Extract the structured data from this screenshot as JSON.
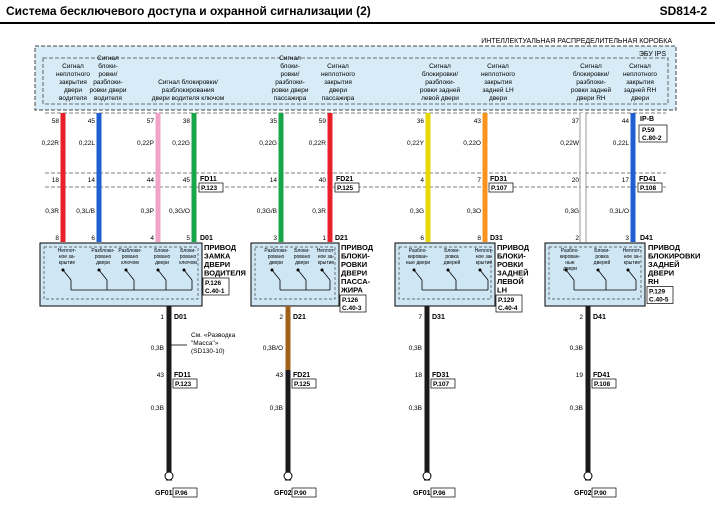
{
  "header": {
    "title": "Система бесключевого доступа и охранной сигнализации (2)",
    "code": "SD814-2"
  },
  "unit": {
    "title": "ИНТЕЛЛЕКТУАЛЬНАЯ РАСПРЕДЕЛИТЕЛЬНАЯ КОРОБКА",
    "subtitle": "ЭБУ IPS",
    "conn_label": "IP-B",
    "conn_ref1": "P.59",
    "conn_ref2": "C.80-2"
  },
  "signals": [
    {
      "lines": [
        "Сигнал",
        "неплотного",
        "закрытия",
        "двери",
        "водителя"
      ]
    },
    {
      "lines": [
        "Сигнал",
        "блоки-",
        "ровки/",
        "разблоки-",
        "ровки двери",
        "водителя"
      ]
    },
    {
      "lines": [
        "Сигнал блокировки/",
        "разблокирования",
        "двери водителя ключом"
      ]
    },
    {
      "lines": [
        "Сигнал",
        "блоки-",
        "ровки/",
        "разблоки-",
        "ровки двери",
        "пассажира"
      ]
    },
    {
      "lines": [
        "Сигнал",
        "неплотного",
        "закрытия",
        "двери",
        "пассажира"
      ]
    },
    {
      "lines": [
        "Сигнал",
        "блокировки/",
        "разблоки-",
        "ровки задней",
        "левой двери"
      ]
    },
    {
      "lines": [
        "Сигнал",
        "неплотного",
        "закрытия",
        "задней LH",
        "двери"
      ]
    },
    {
      "lines": [
        "Сигнал",
        "блокировки/",
        "разблоки-",
        "ровки задней",
        "двери RH"
      ]
    },
    {
      "lines": [
        "Сигнал",
        "неплотного",
        "закрытия",
        "задней RH",
        "двери"
      ]
    }
  ],
  "wires": [
    {
      "pin1": "58",
      "wire1": "0,22R",
      "pin2": "18",
      "wire2": "0,3R",
      "pin3": "8",
      "color": "#e8202a"
    },
    {
      "pin1": "45",
      "wire1": "0,22L",
      "pin2": "14",
      "wire2": "0,3L/B",
      "pin3": "6",
      "color": "#1f5fd0"
    },
    {
      "pin1": "57",
      "wire1": "0,22P",
      "pin2": "44",
      "wire2": "0,3P",
      "pin3": "4",
      "color": "#f2a4c8"
    },
    {
      "pin1": "38",
      "wire1": "0,22G",
      "pin2": "45",
      "wire2": "0,3G/O",
      "pin3": "5",
      "color": "#19a54a"
    },
    {
      "pin1": "35",
      "wire1": "0,22G",
      "pin2": "14",
      "wire2": "0,3G/B",
      "pin3": "3",
      "color": "#19a54a"
    },
    {
      "pin1": "59",
      "wire1": "0,22R",
      "pin2": "40",
      "wire2": "0,3R",
      "pin3": "1",
      "color": "#e8202a"
    },
    {
      "pin1": "36",
      "wire1": "0,22Y",
      "pin2": "4",
      "wire2": "0,3G",
      "pin3": "6",
      "color": "#e6d800"
    },
    {
      "pin1": "43",
      "wire1": "0,22O",
      "pin2": "7",
      "wire2": "0,3O",
      "pin3": "8",
      "color": "#f7941d"
    },
    {
      "pin1": "37",
      "wire1": "0,22W",
      "pin2": "20",
      "wire2": "0,3G",
      "pin3": "2",
      "color": "#ffffff"
    },
    {
      "pin1": "44",
      "wire1": "0,22L",
      "pin2": "17",
      "wire2": "0,3L/O",
      "pin3": "3",
      "color": "#1f5fd0"
    }
  ],
  "connectors_mid": [
    {
      "name": "FD11",
      "ref": "P.123"
    },
    {
      "name": "FD21",
      "ref": "P.125"
    },
    {
      "name": "FD31",
      "ref": "P.107"
    },
    {
      "name": "FD41",
      "ref": "P.108"
    }
  ],
  "actuators": [
    {
      "dconn": "D01",
      "switches": [
        "Неплот-\nное за-\nкрытие",
        "Разблоки-\nровано\nдвери",
        "Разблоки-\nровано\nключом",
        "Блоки-\nровано\nдвери",
        "Блоки-\nровано\nключом"
      ],
      "title": [
        "ПРИВОД",
        "ЗАМКА",
        "ДВЕРИ",
        "ВОДИТЕЛЯ"
      ],
      "ref1": "P.126",
      "ref2": "C.40-1"
    },
    {
      "dconn": "D21",
      "switches": [
        "Разблоки-\nровано\nдвери",
        "Блоки-\nровано\nдвери",
        "Неплот-\nное за-\nкрытие"
      ],
      "title": [
        "ПРИВОД",
        "БЛОКИ-",
        "РОВКИ",
        "ДВЕРИ",
        "ПАССА-",
        "ЖИРА"
      ],
      "ref1": "P.126",
      "ref2": "C.40-3"
    },
    {
      "dconn": "D31",
      "switches": [
        "Разбло-\nкирован-\nные двери",
        "Блоки-\nровка\nдверей",
        "Неплот-\nное за-\nкрытие"
      ],
      "title": [
        "ПРИВОД",
        "БЛОКИ-",
        "РОВКИ",
        "ЗАДНЕЙ",
        "ЛЕВОЙ",
        "LH"
      ],
      "ref1": "P.129",
      "ref2": "C.40-4"
    },
    {
      "dconn": "D41",
      "switches": [
        "Разбло-\nкирован-\nные\nдвери",
        "Блоки-\nровка\nдверей",
        "Неплот-\nное за-\nкрытие"
      ],
      "title": [
        "ПРИВОД",
        "БЛОКИРОВКИ",
        "ЗАДНЕЙ",
        "ДВЕРИ",
        "RH"
      ],
      "ref1": "P.129",
      "ref2": "C.40-5"
    }
  ],
  "grounds": [
    {
      "dpin": "1",
      "dconn": "D01",
      "w1": "0,3B",
      "fpin": "43",
      "fconn": "FD11",
      "fref": "P.123",
      "w2": "0,3B",
      "gnd": "GF01",
      "gref": "P.96",
      "note": [
        "См. «Разводка",
        "\"Масса\"»",
        "(SD130-10)"
      ],
      "color": "#1a1a1a"
    },
    {
      "dpin": "2",
      "dconn": "D21",
      "w1": "0,3B/O",
      "fpin": "43",
      "fconn": "FD21",
      "fref": "P.125",
      "w2": "0,3B",
      "gnd": "GF02",
      "gref": "P.90",
      "color": "#a0621b"
    },
    {
      "dpin": "7",
      "dconn": "D31",
      "w1": "0,3B",
      "fpin": "18",
      "fconn": "FD31",
      "fref": "P.107",
      "w2": "0,3B",
      "gnd": "GF01",
      "gref": "P.96",
      "color": "#1a1a1a"
    },
    {
      "dpin": "2",
      "dconn": "D41",
      "w1": "0,3B",
      "fpin": "19",
      "fconn": "FD41",
      "fref": "P.108",
      "w2": "0,3B",
      "gnd": "GF02",
      "gref": "P.90",
      "color": "#1a1a1a"
    }
  ]
}
